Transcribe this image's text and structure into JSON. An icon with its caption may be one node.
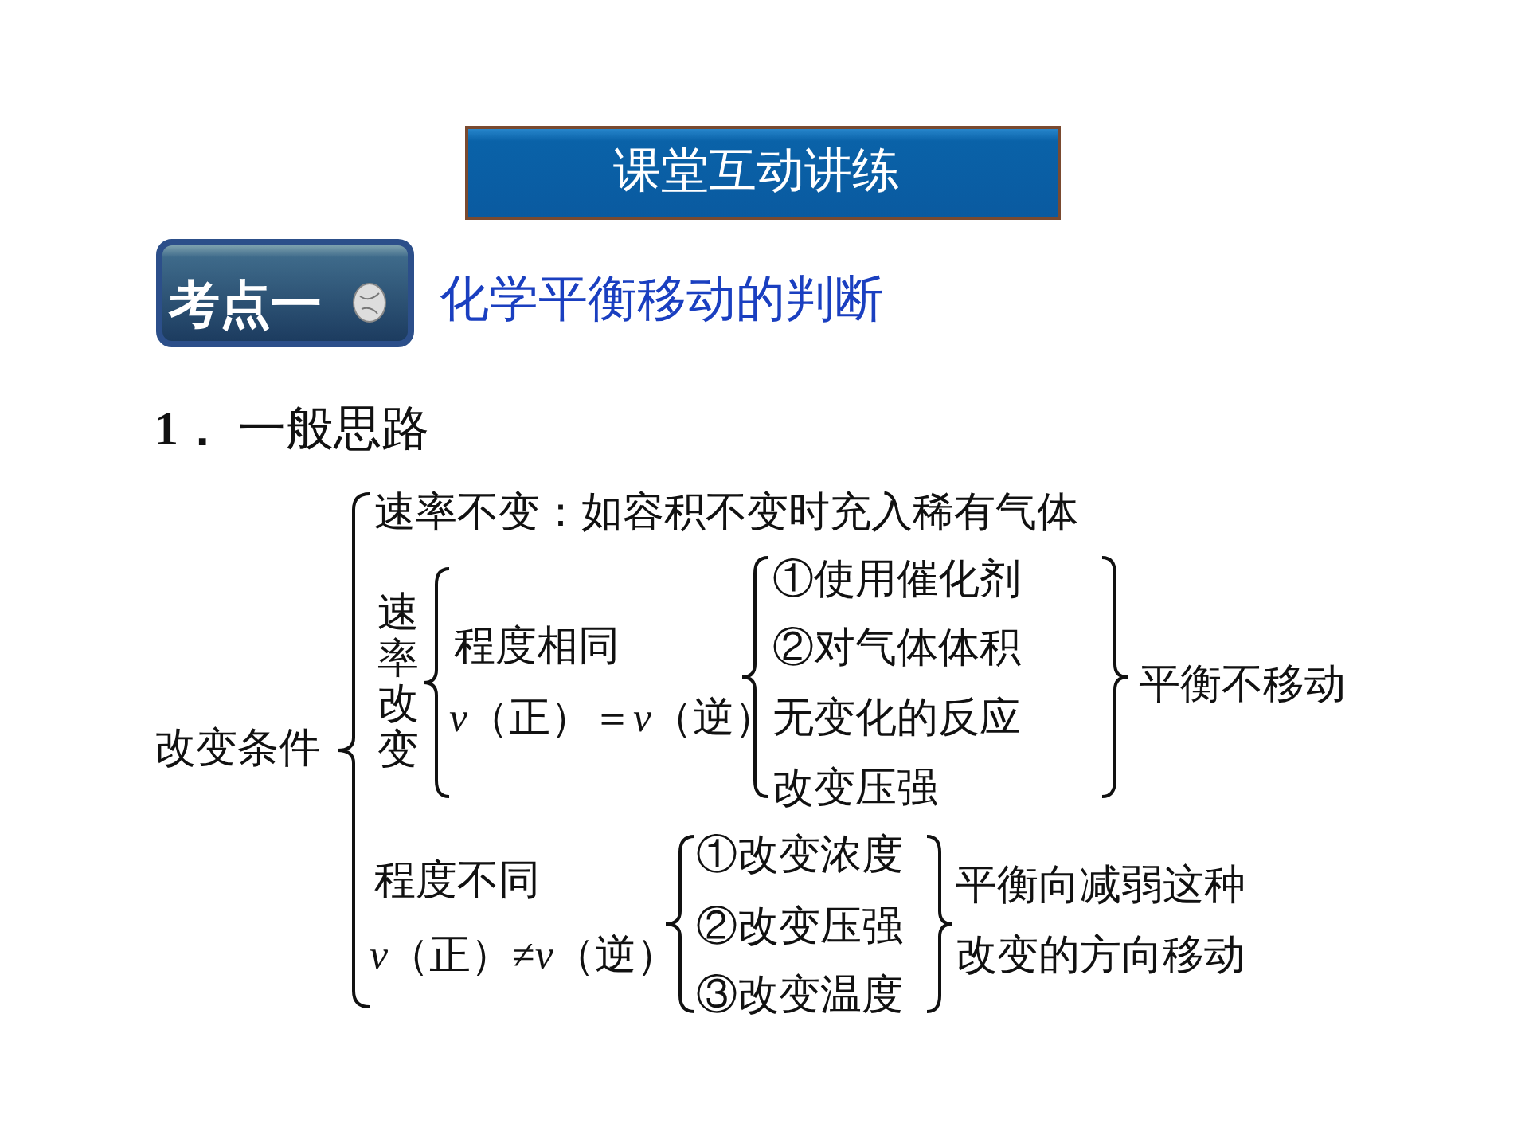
{
  "diagram": {
    "labels": [
      "课堂互动讲练",
      "考点一",
      "化学平衡移动的判断",
      "**1．** 一般思路",
      "改变条件",
      "速率不变：如容积不变时充入稀有气体",
      "速率改变",
      "程度相同",
      "*v*（正）＝*v*（逆）",
      "①使用催化剂",
      "②对气体体积无变化的反应改变压强",
      "平衡不移动",
      "程度不同",
      "*v*（正）≠*v*（逆）",
      "①改变浓度",
      "②改变压强",
      "③改变温度",
      "平衡向减弱这种改变的方向移动"
    ]
  }
}
